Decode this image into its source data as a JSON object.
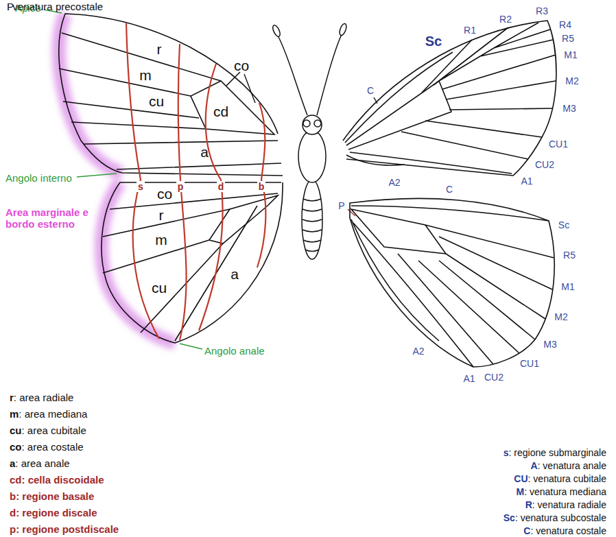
{
  "diagram": {
    "labels": [
      "Apice",
      "r",
      "m",
      "cu",
      "co",
      "cd",
      "a",
      "Angolo interno",
      "s",
      "p",
      "d",
      "b",
      "co",
      "r",
      "m",
      "cu",
      "a",
      "Area marginale e bordo esterno",
      "Angolo anale",
      "R1",
      "R2",
      "R3",
      "R4",
      "R5",
      "M1",
      "M2",
      "M3",
      "CU1",
      "CU2",
      "A1",
      "A2",
      "Sc",
      "C",
      "C",
      "P",
      "Sc",
      "R5",
      "M1",
      "M2",
      "M3",
      "CU1",
      "CU2",
      "A1",
      "A2",
      "r",
      ": area radiale",
      "m",
      ": area mediana",
      "cu",
      ": area cubitale",
      "co",
      ": area costale",
      "a",
      ": area anale",
      "cd",
      ": cella discoidale",
      "b",
      ": regione basale",
      "d",
      ": regione discale",
      "p",
      ": regione postdiscale",
      "s",
      ": regione submarginale",
      "A",
      ": venatura anale",
      "CU",
      ": venatura cubitale",
      "M",
      ": venatura mediana",
      "R",
      ": venatura radiale",
      "Sc",
      ": venatura subcostale",
      "C",
      ": venatura costale",
      "P",
      ": venatura precostale"
    ]
  }
}
